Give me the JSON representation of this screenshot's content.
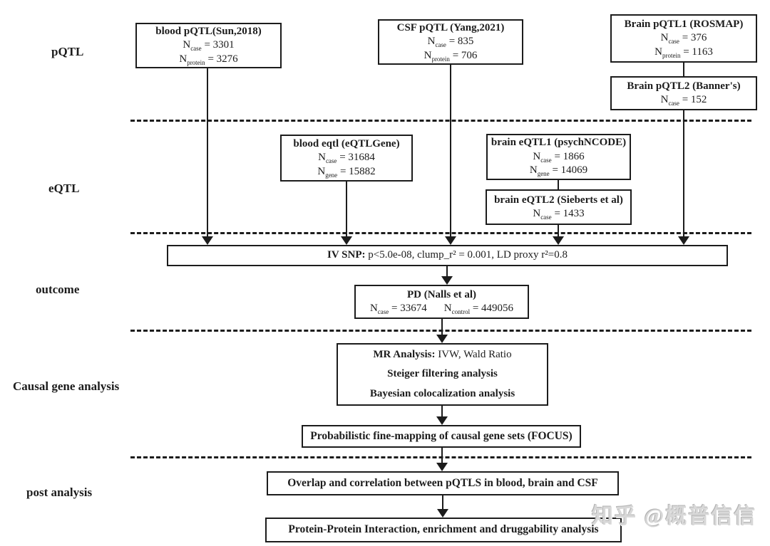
{
  "figure": {
    "row_labels": {
      "pqtl": "pQTL",
      "eqtl": "eQTL",
      "outcome": "outcome",
      "causal": "Causal gene analysis",
      "post": "post analysis"
    },
    "boxes": {
      "blood_pqtl": {
        "title": "blood pQTL(Sun,2018)",
        "stats": [
          {
            "pre": "N",
            "sub": "case",
            "post": " = 3301"
          },
          {
            "pre": "N",
            "sub": "protein",
            "post": " = 3276"
          }
        ]
      },
      "csf_pqtl": {
        "title": "CSF pQTL (Yang,2021)",
        "stats": [
          {
            "pre": "N",
            "sub": "case",
            "post": " = 835"
          },
          {
            "pre": "N",
            "sub": "protein",
            "post": " = 706"
          }
        ]
      },
      "brain_pqtl1": {
        "title": "Brain pQTL1 (ROSMAP)",
        "stats": [
          {
            "pre": "N",
            "sub": "case",
            "post": " = 376"
          },
          {
            "pre": "N",
            "sub": "protein",
            "post": " = 1163"
          }
        ]
      },
      "brain_pqtl2": {
        "title": "Brain pQTL2 (Banner's)",
        "stats": [
          {
            "pre": "N",
            "sub": "case",
            "post": " = 152"
          }
        ]
      },
      "blood_eqtl": {
        "title": "blood eqtl (eQTLGene)",
        "stats": [
          {
            "pre": "N",
            "sub": "case",
            "post": " = 31684"
          },
          {
            "pre": "N",
            "sub": "gene",
            "post": " = 15882"
          }
        ]
      },
      "brain_eqtl1": {
        "title": "brain eQTL1 (psychNCODE)",
        "stats": [
          {
            "pre": "N",
            "sub": "case",
            "post": " = 1866"
          },
          {
            "pre": "N",
            "sub": "gene",
            "post": " = 14069"
          }
        ]
      },
      "brain_eqtl2": {
        "title": "brain eQTL2 (Sieberts et al)",
        "stats": [
          {
            "pre": "N",
            "sub": "case",
            "post": " = 1433"
          }
        ]
      },
      "iv_snp": {
        "label_bold": "IV SNP:",
        "label_rest": " p<5.0e-08, clump_r² = 0.001, LD proxy r²=0.8"
      },
      "pd": {
        "title": "PD (Nalls et al)",
        "stats": [
          {
            "pre": "N",
            "sub": "case",
            "post": " = 33674"
          },
          {
            "pre": "N",
            "sub": "control",
            "post": " = 449056"
          }
        ]
      },
      "mr": {
        "line1_bold": "MR Analysis:",
        "line1_rest": " IVW, Wald Ratio",
        "line2": "Steiger filtering analysis",
        "line3": "Bayesian colocalization analysis"
      },
      "focus": {
        "title": "Probabilistic fine-mapping of causal gene sets (FOCUS)"
      },
      "overlap": {
        "title": "Overlap and correlation between pQTLS in blood, brain and CSF"
      },
      "ppi": {
        "title": "Protein-Protein Interaction, enrichment and druggability analysis"
      }
    },
    "watermark": "知乎 @概普信信",
    "colors": {
      "ink": "#1c1c1c",
      "background": "#ffffff",
      "watermark": "#d8d8d8"
    }
  }
}
